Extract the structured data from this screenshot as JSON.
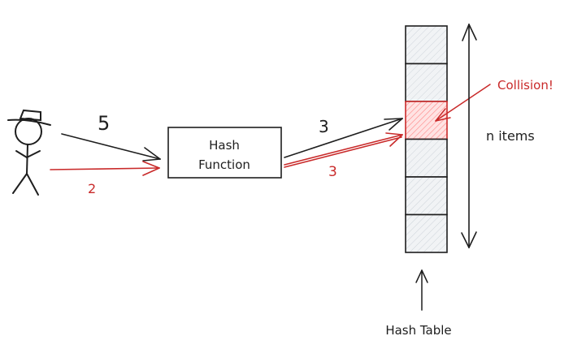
{
  "colors": {
    "ink": "#1e1e1e",
    "accent": "#c92a2a",
    "cell_fill": "#e9ecef",
    "collision_fill": "#ffc9c9"
  },
  "person": {
    "icon": "stick-figure-icon"
  },
  "inputs": {
    "black_key": "5",
    "red_key": "2"
  },
  "hash_function": {
    "line1": "Hash",
    "line2": "Function"
  },
  "outputs": {
    "black_index": "3",
    "red_index": "3"
  },
  "table": {
    "cell_count": 6,
    "collision_cell_index": 2,
    "label": "Hash Table"
  },
  "collision_label": "Collision!",
  "size_label": "n items"
}
